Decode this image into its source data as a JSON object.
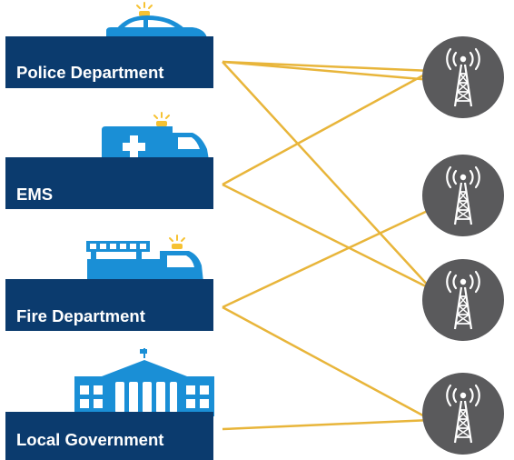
{
  "agencies": [
    {
      "id": "police",
      "label": "Police Department",
      "icon": "police-car-icon"
    },
    {
      "id": "ems",
      "label": "EMS",
      "icon": "ambulance-icon"
    },
    {
      "id": "fire",
      "label": "Fire Department",
      "icon": "fire-truck-icon"
    },
    {
      "id": "government",
      "label": "Local Government",
      "icon": "government-building-icon"
    }
  ],
  "towers": [
    {
      "id": "tower-1",
      "icon": "radio-tower-icon"
    },
    {
      "id": "tower-2",
      "icon": "radio-tower-icon"
    },
    {
      "id": "tower-3",
      "icon": "radio-tower-icon"
    },
    {
      "id": "tower-4",
      "icon": "radio-tower-icon"
    }
  ],
  "connections": [
    {
      "from": "police",
      "to": "tower-1"
    },
    {
      "from": "police",
      "to": "tower-3"
    },
    {
      "from": "ems",
      "to": "tower-1"
    },
    {
      "from": "ems",
      "to": "tower-3"
    },
    {
      "from": "fire",
      "to": "tower-2"
    },
    {
      "from": "fire",
      "to": "tower-4"
    },
    {
      "from": "government",
      "to": "tower-4"
    }
  ],
  "colors": {
    "label_bg": "#0b3b6e",
    "icon_blue": "#1a8fd6",
    "tower_circle": "#5a5a5c",
    "line": "#e8b53a",
    "siren": "#f6c233"
  }
}
